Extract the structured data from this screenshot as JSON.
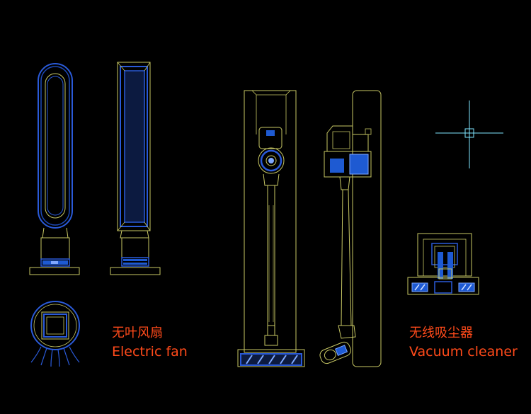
{
  "labels": {
    "fan_cn": "无叶风扇",
    "fan_en": "Electric fan",
    "vacuum_cn": "无线吸尘器",
    "vacuum_en": "Vacuum cleaner"
  },
  "colors": {
    "background": "#000000",
    "outline": "#c8c864",
    "blue": "#2a5ad8",
    "blue_fill": "#1e5ad2",
    "crosshair": "#7fe6ff",
    "label": "#ff4a1a"
  },
  "icons": [
    "crosshair-cursor-icon"
  ]
}
